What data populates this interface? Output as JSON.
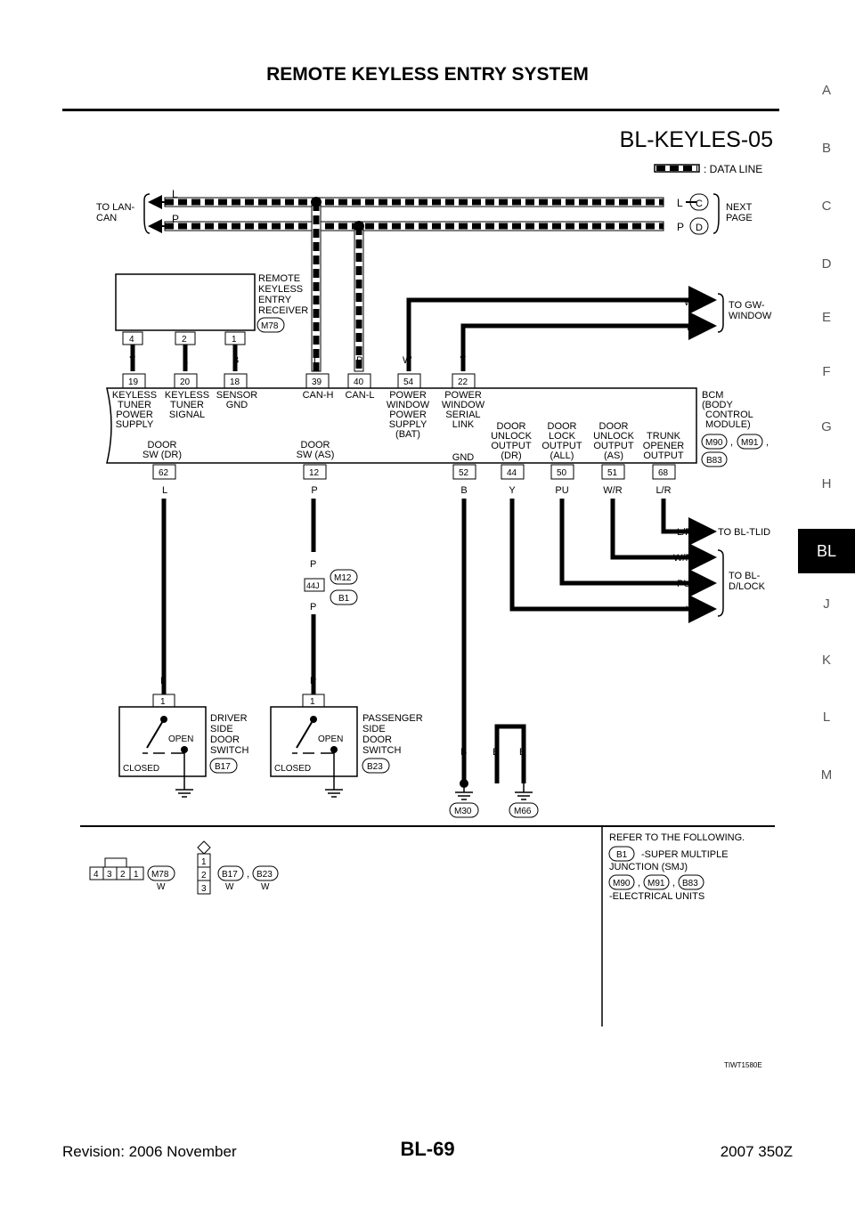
{
  "header": {
    "title": "REMOTE KEYLESS ENTRY SYSTEM",
    "diagram_id": "BL-KEYLES-05"
  },
  "side_index": [
    "A",
    "B",
    "C",
    "D",
    "E",
    "F",
    "G",
    "H",
    "BL",
    "J",
    "K",
    "L",
    "M"
  ],
  "side_active": "BL",
  "legend": {
    "data_line": ": DATA LINE"
  },
  "data_lines": {
    "to_lan": [
      "TO LAN-",
      "CAN"
    ],
    "next_page": [
      "NEXT",
      "PAGE"
    ],
    "l_label": "L",
    "p_label": "P",
    "connector_c": "C",
    "connector_d": "D"
  },
  "receiver": {
    "name": [
      "REMOTE",
      "KEYLESS",
      "ENTRY",
      "RECEIVER"
    ],
    "connector": "M78",
    "pins": [
      "4",
      "2",
      "1"
    ],
    "wire_colors": [
      "Y",
      "L",
      "B"
    ]
  },
  "to_gw": {
    "labels": [
      "TO GW-",
      "WINDOW"
    ],
    "w": "W",
    "y": "Y"
  },
  "bcm": {
    "name": [
      "BCM",
      "(BODY",
      "CONTROL",
      "MODULE)"
    ],
    "connectors": [
      "M90",
      "M91",
      "B83"
    ],
    "top_pins": [
      "19",
      "20",
      "18",
      "39",
      "40",
      "54",
      "22"
    ],
    "top_wires": [
      "L",
      "P",
      "W",
      "Y"
    ],
    "functions_top": [
      [
        "KEYLESS",
        "TUNER",
        "POWER",
        "SUPPLY"
      ],
      [
        "KEYLESS",
        "TUNER",
        "SIGNAL"
      ],
      [
        "SENSOR",
        "GND"
      ],
      [
        "CAN-H"
      ],
      [
        "CAN-L"
      ],
      [
        "POWER",
        "WINDOW",
        "POWER",
        "SUPPLY",
        "(BAT)"
      ],
      [
        "POWER",
        "WINDOW",
        "SERIAL",
        "LINK"
      ]
    ],
    "functions_bottom": [
      [
        "DOOR",
        "SW (DR)"
      ],
      [
        "DOOR",
        "SW (AS)"
      ],
      [
        "GND"
      ],
      [
        "DOOR",
        "UNLOCK",
        "OUTPUT",
        "(DR)"
      ],
      [
        "DOOR",
        "LOCK",
        "OUTPUT",
        "(ALL)"
      ],
      [
        "DOOR",
        "UNLOCK",
        "OUTPUT",
        "(AS)"
      ],
      [
        "TRUNK",
        "OPENER",
        "OUTPUT"
      ]
    ],
    "bottom_pins": [
      "62",
      "12",
      "52",
      "44",
      "50",
      "51",
      "68"
    ],
    "bottom_wires": [
      "L",
      "P",
      "B",
      "Y",
      "PU",
      "W/R",
      "L/R"
    ]
  },
  "outputs": {
    "to_tlid": "TO BL-TLID",
    "to_dlock": [
      "TO BL-",
      "D/LOCK"
    ],
    "lr": "L/R",
    "wr": "W/R",
    "pu": "PU",
    "y": "Y"
  },
  "junction": {
    "pin": "44J",
    "connectors": [
      "M12",
      "B1"
    ],
    "wire": "P"
  },
  "switches": [
    {
      "name": [
        "DRIVER",
        "SIDE",
        "DOOR",
        "SWITCH"
      ],
      "connector": "B17",
      "pin": "1",
      "wire": "L",
      "open": "OPEN",
      "closed": "CLOSED"
    },
    {
      "name": [
        "PASSENGER",
        "SIDE",
        "DOOR",
        "SWITCH"
      ],
      "connector": "B23",
      "pin": "1",
      "wire": "P",
      "open": "OPEN",
      "closed": "CLOSED"
    }
  ],
  "grounds": {
    "connectors": [
      "M30",
      "M66"
    ],
    "wire": "B"
  },
  "connector_views": {
    "m78_pins": [
      "4",
      "3",
      "2",
      "1"
    ],
    "m78_label": "M78",
    "m78_color": "W",
    "b17_pins": [
      "1",
      "2",
      "3"
    ],
    "b17_label": "B17",
    "b23_label": "B23",
    "color": "W"
  },
  "references": {
    "heading": "REFER TO THE FOLLOWING.",
    "smj_connector": "B1",
    "smj_text": [
      "-SUPER MULTIPLE",
      "JUNCTION (SMJ)"
    ],
    "units_connectors": [
      "M90",
      "M91",
      "B83"
    ],
    "units_text": "-ELECTRICAL UNITS"
  },
  "ref_code": "TIWT1580E",
  "footer": {
    "revision": "Revision: 2006 November",
    "page": "BL-69",
    "model": "2007 350Z"
  }
}
